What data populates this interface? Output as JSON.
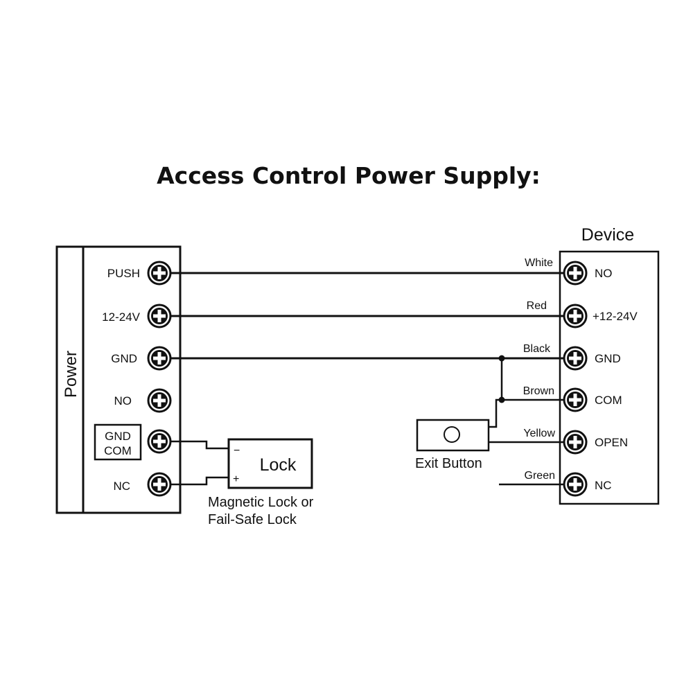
{
  "title": "Access Control Power Supply:",
  "power": {
    "side_label": "Power",
    "terminals": [
      "PUSH",
      "12-24V",
      "GND",
      "NO",
      "",
      "NC"
    ],
    "gnd_com_box": [
      "GND",
      "COM"
    ]
  },
  "device": {
    "title": "Device",
    "terminals": [
      "NO",
      "+12-24V",
      "GND",
      "COM",
      "OPEN",
      "NC"
    ]
  },
  "wires": [
    "White",
    "Red",
    "Black",
    "Brown",
    "Yellow",
    "Green"
  ],
  "lock": {
    "label": "Lock",
    "minus": "−",
    "plus": "+",
    "caption_line1": "Magnetic Lock or",
    "caption_line2": "Fail-Safe Lock"
  },
  "exit_button": {
    "label": "Exit Button"
  }
}
